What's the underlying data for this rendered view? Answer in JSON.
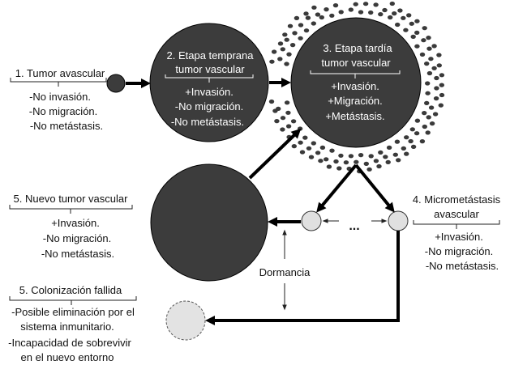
{
  "stage1": {
    "title": "1. Tumor avascular",
    "lines": [
      "-No invasión.",
      "-No migración.",
      "-No metástasis."
    ]
  },
  "stage2": {
    "title_line1": "2. Etapa temprana",
    "title_line2": "tumor vascular",
    "lines": [
      "+Invasión.",
      "-No migración.",
      "-No metástasis."
    ]
  },
  "stage3": {
    "title_line1": "3. Etapa tardía",
    "title_line2": "tumor vascular",
    "lines": [
      "+Invasión.",
      "+Migración.",
      "+Metástasis."
    ]
  },
  "stage4": {
    "title_line1": "4. Micrometástasis",
    "title_line2": "avascular",
    "lines": [
      "+Invasión.",
      "-No migración.",
      "-No metástasis."
    ]
  },
  "stage5_new": {
    "title": "5. Nuevo tumor vascular",
    "lines": [
      "+Invasión.",
      "-No migración.",
      "-No metástasis."
    ]
  },
  "stage5_failed": {
    "title": "5. Colonización fallida",
    "lines": [
      "-Posible eliminación por el",
      "sistema inmunitario.",
      "-Incapacidad de sobrevivir",
      "en el nuevo entorno"
    ]
  },
  "dormancy": {
    "label": "Dormancia"
  },
  "ellipsis": {
    "label": "..."
  },
  "colors": {
    "tumor_fill": "#3c3c3c",
    "small_cell_fill": "#e0e0e0",
    "failed_fill": "#e3e3e3",
    "dot_fill": "#3a3a3a",
    "arrow": "#000000"
  }
}
